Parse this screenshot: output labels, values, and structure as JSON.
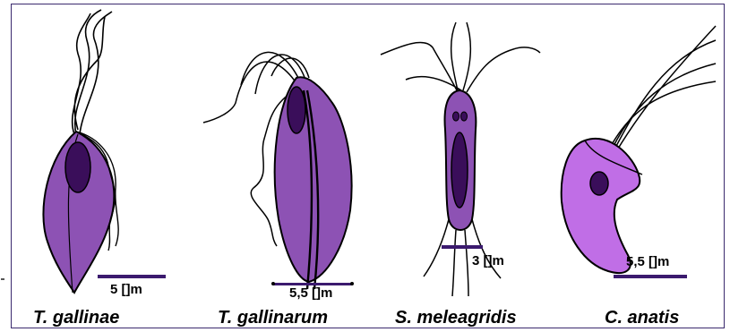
{
  "colors": {
    "border": "#3a2a6e",
    "scale_bar": "#3b1a6e",
    "cell_dark": "#7a3fa0",
    "cell_light": "#a561c9",
    "cell_pink": "#c06ee6",
    "nucleus": "#3a0e5a"
  },
  "organisms": [
    {
      "name": "T. gallinae",
      "scale": "5 []m"
    },
    {
      "name": "T. gallinarum",
      "scale": "5,5 []m"
    },
    {
      "name": "S. meleagridis",
      "scale": "3 []m"
    },
    {
      "name": "C. anatis",
      "scale": "5,5 []m"
    }
  ]
}
